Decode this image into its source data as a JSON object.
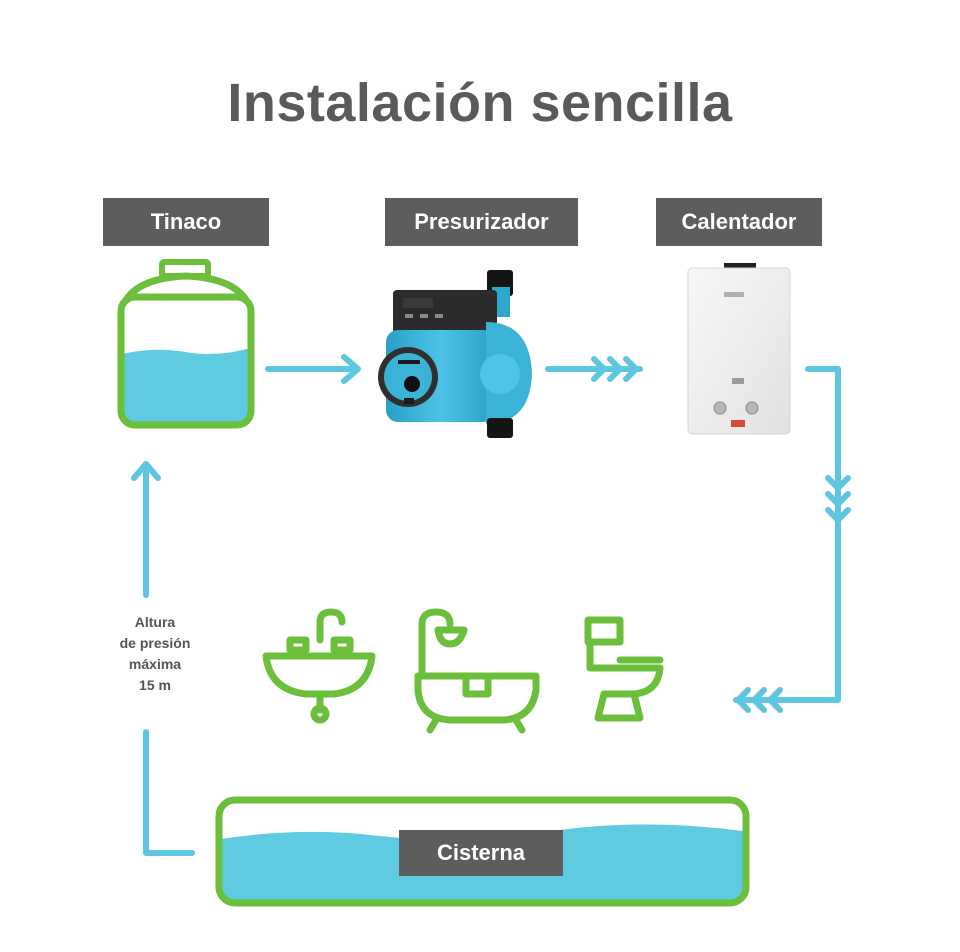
{
  "title": "Instalación sencilla",
  "labels": {
    "tinaco": "Tinaco",
    "presurizador": "Presurizador",
    "calentador": "Calentador",
    "cisterna": "Cisterna"
  },
  "pressure_note": {
    "line1": "Altura",
    "line2": "de presión",
    "line3": "máxima",
    "line4": "15 m"
  },
  "colors": {
    "green": "#6bbf3a",
    "water": "#5ecbe0",
    "arrow": "#5ec6e0",
    "label_bg": "#5d5d5d",
    "pump": "#3bb3d8",
    "title": "#5a5a5a"
  },
  "icons": [
    "tank-icon",
    "pump-image",
    "water-heater-image",
    "sink-icon",
    "bathtub-icon",
    "toilet-icon",
    "cistern-icon"
  ]
}
